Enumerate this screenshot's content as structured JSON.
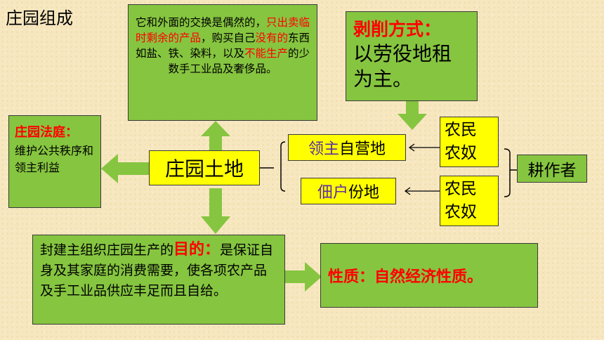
{
  "title": "庄园组成",
  "exchange_box": {
    "part1": "它和外面的交换是偶然的，",
    "part2": "只出卖临时剩余的产品",
    "part3": "，购买自己",
    "part4": "没有的",
    "part5": "东西如盐、铁、染料，以及",
    "part6": "不能生产",
    "part7": "的少数手工业品及奢侈品。"
  },
  "exploit_box": {
    "heading": "剥削方式：",
    "body": "以劳役地租为主。"
  },
  "court_box": {
    "heading": "庄园法庭：",
    "body": "维护公共秩序和领主利益"
  },
  "center_label": "庄园土地",
  "lord_land": {
    "prefix": "领主",
    "suffix": "自营地"
  },
  "tenant_land": {
    "prefix": "佃户",
    "suffix": "份地"
  },
  "workers_top": {
    "line1": "农民",
    "line2": "农奴"
  },
  "workers_bottom": {
    "line1": "农民",
    "line2": "农奴"
  },
  "cultivators": "耕作者",
  "purpose_box": {
    "prefix": "封建主组织庄园生产的",
    "heading": "目的：",
    "body": "是保证自身及其家庭的消费需要，使各项农产品及手工业品供应丰足而且自给。"
  },
  "nature_box": "性质：自然经济性质。",
  "colors": {
    "green": "#86c540",
    "yellow": "#ffff00",
    "red": "#ff0000",
    "purple": "#5b2ea6"
  }
}
